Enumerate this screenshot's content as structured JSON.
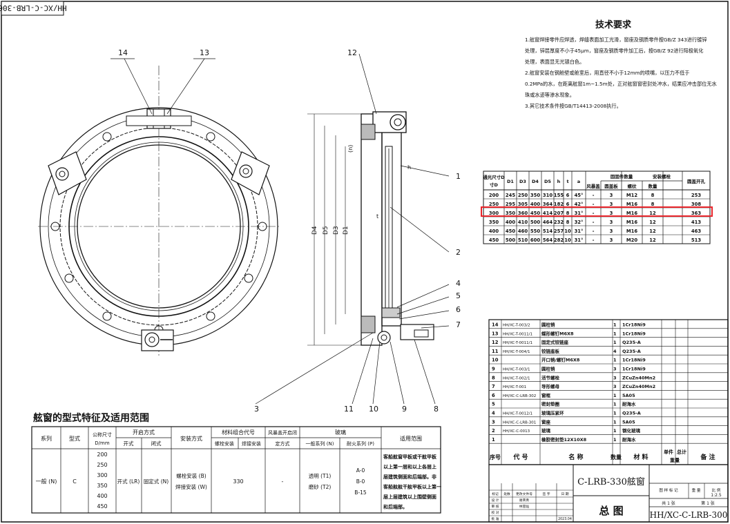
{
  "drawing_code_top": "HH/XC-C-LRB-300",
  "balloons": [
    "14",
    "13",
    "12",
    "1",
    "2",
    "4",
    "5",
    "6",
    "7",
    "3",
    "11",
    "10",
    "9",
    "8"
  ],
  "dim_labels": {
    "d4": "D4",
    "d5": "D5",
    "d3": "D3",
    "d1": "D1",
    "t": "t",
    "h": "h",
    "n": "(n)"
  },
  "tech": {
    "title": "技术要求",
    "lines": [
      "1.舷窗焊接零件应焊透，焊缝表面加工光滑，窗座及钢质零件按GB/Z 343进行镀锌",
      "处理，锌层厚度不小于45μm，窗座及钢质零件加工后，按GB/Z 92进行阳极氧化",
      "处理，表面显无光银白色。",
      "2.舷窗安装在钢舱壁或舱室后，用直径不小于12mm的喷嘴，以压力不低于",
      "0.2MPa的水，在距离舷窗1m~1.5m处，正对舷窗窗密封处冲水，结果应冲击部位无水",
      "珠或水迹等渗水现象。",
      "3.其它技术条件按GB/T14413-2008执行。"
    ]
  },
  "dim_table": {
    "headers_top": [
      "通光尺寸D",
      "D1",
      "D3",
      "D4",
      "D5",
      "h",
      "t",
      "a",
      "固固件数量",
      "安装螺栓",
      "圆盖开孔"
    ],
    "headers_sub": [
      "风暴盖",
      "圆盖板",
      "螺纹",
      "数量"
    ],
    "rows": [
      [
        "200",
        "245",
        "250",
        "350",
        "310",
        "155",
        "6",
        "45°",
        "-",
        "3",
        "M12",
        "8",
        "253"
      ],
      [
        "250",
        "295",
        "305",
        "400",
        "364",
        "182",
        "6",
        "42°",
        "-",
        "3",
        "M16",
        "8",
        "308"
      ],
      [
        "300",
        "350",
        "360",
        "450",
        "414",
        "207",
        "8",
        "31°",
        "-",
        "3",
        "M16",
        "12",
        "363"
      ],
      [
        "350",
        "400",
        "410",
        "500",
        "464",
        "232",
        "8",
        "32°",
        "-",
        "3",
        "M16",
        "12",
        "413"
      ],
      [
        "400",
        "450",
        "460",
        "550",
        "514",
        "257",
        "10",
        "31°",
        "-",
        "3",
        "M16",
        "12",
        "463"
      ],
      [
        "450",
        "500",
        "510",
        "600",
        "564",
        "282",
        "10",
        "31°",
        "-",
        "3",
        "M20",
        "12",
        "513"
      ]
    ],
    "highlight_row": 2,
    "highlight_color": "#e8242a"
  },
  "parts": {
    "rows": [
      [
        "14",
        "HH/XC-T-003/2",
        "圆柱销",
        "1",
        "1Cr18Ni9"
      ],
      [
        "13",
        "HH/XC-T-0011/1",
        "蝶形螺钉M6X8",
        "1",
        "1Cr18Ni9"
      ],
      [
        "12",
        "HH/XC-T-0011/1",
        "固定式铰链座",
        "1",
        "Q235-A"
      ],
      [
        "11",
        "HH/XC-T-004/1",
        "铰链座板",
        "4",
        "Q235-A"
      ],
      [
        "10",
        "",
        "开口销/螺钉M6X8",
        "1",
        "1Cr18Ni9"
      ],
      [
        "9",
        "HH/XC-T-003/1",
        "圆柱销",
        "3",
        "1Cr18Ni9"
      ],
      [
        "8",
        "HH/XC-T-002/1",
        "活节螺栓",
        "3",
        "ZCuZn40Mn2"
      ],
      [
        "7",
        "HH/XC-T-001",
        "导形螺母",
        "3",
        "ZCuZn40Mn2"
      ],
      [
        "6",
        "HH/XC-C-LRB-302",
        "窗框",
        "1",
        "5A05"
      ],
      [
        "5",
        "",
        "密封垫圈",
        "1",
        "耐海水"
      ],
      [
        "4",
        "HH/XC-T-0012/1",
        "玻璃压紧环",
        "1",
        "Q235-A"
      ],
      [
        "3",
        "HH/XC-C-LRB-301",
        "窗座",
        "1",
        "5A05"
      ],
      [
        "2",
        "HH/XC-C-0013",
        "玻璃",
        "1",
        "钢化玻璃"
      ],
      [
        "1",
        "",
        "橡胶密封垫12X10X8",
        "1",
        "耐海水"
      ]
    ],
    "header": [
      "序号",
      "代 号",
      "名 称",
      "数量",
      "材 料",
      "单件",
      "总计",
      "备 注"
    ],
    "weight_label": "重量"
  },
  "title_block": {
    "name": "C-LRB-330舷窗",
    "view": "总 图",
    "code": "HH/XC-C-LRB-300",
    "scale": "1:2.5",
    "sheet_total": "共 1 张",
    "sheet_no": "第 1 张",
    "stage_labels": [
      "图 样 标 记",
      "重 量",
      "比 例"
    ],
    "rev_header": [
      "标记",
      "处数",
      "更改文件号",
      "签 字",
      "日 期"
    ],
    "roles": [
      "设 计",
      "审 核",
      "校 对",
      "批 准"
    ],
    "people": [
      "谢英青",
      "林思灿"
    ],
    "date": "2023.04"
  },
  "scope": {
    "title": "舷窗的型式特征及适用范围",
    "h_series": "系列",
    "h_type": "型式",
    "h_size": "公称尺寸D/mm",
    "h_open": "开启方式",
    "h_open_a": "开式",
    "h_open_b": "闭式",
    "h_install": "安装方式",
    "h_mat": "材料组合代号",
    "h_mat_a": "螺栓安装",
    "h_mat_b": "焊接安装",
    "h_storm": "风暴盖开启闭",
    "h_storm_a": "定方式",
    "h_glass": "玻璃",
    "h_glass_a": "一般系列 (N)",
    "h_glass_b": "耐火系列 (P)",
    "h_apply": "适用范围",
    "series": "一般 (N)",
    "type": "C",
    "sizes": [
      "200",
      "250",
      "300",
      "350",
      "400",
      "450"
    ],
    "open_a": "开式 (LR)",
    "open_b": "固定式 (N)",
    "install": [
      "螺栓安装 (B)",
      "焊接安装 (W)"
    ],
    "mat": "330",
    "storm": "-",
    "glass_a": [
      "透明 (T1)",
      "磨砂 (T2)"
    ],
    "glass_b": [
      "A-0",
      "B-0",
      "B-15"
    ],
    "apply": [
      "客船舷窗甲板或干舷甲板",
      "以上第一层和以上各层上",
      "层建筑侧面和后端部。非",
      "客船舷舷干舷甲板以上第一",
      "层上层建筑以上围壁侧面",
      "和后端部。"
    ]
  }
}
